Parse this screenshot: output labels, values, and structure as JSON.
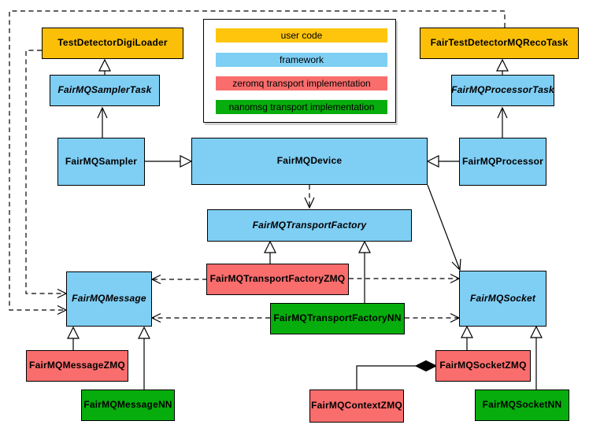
{
  "palette": {
    "user_code": "#fbbf08",
    "framework": "#7fcef4",
    "zeromq": "#f96d6d",
    "nanomsg": "#07ad0c",
    "line": "#000000",
    "background": "#ffffff"
  },
  "legend": {
    "items": [
      {
        "label": "user code",
        "color": "#ffc50d"
      },
      {
        "label": "framework",
        "color": "#7fcef4"
      },
      {
        "label": "zeromq transport implementation",
        "color": "#f96d6d"
      },
      {
        "label": "nanomsg transport implementation",
        "color": "#07ad0c"
      }
    ]
  },
  "nodes": {
    "digi_loader": {
      "label": "TestDetectorDigiLoader",
      "category": "user code"
    },
    "reco_task": {
      "label": "FairTestDetectorMQRecoTask",
      "category": "user code"
    },
    "sampler_task": {
      "label": "FairMQSamplerTask",
      "category": "framework",
      "abstract": true
    },
    "processor_task": {
      "label": "FairMQProcessorTask",
      "category": "framework",
      "abstract": true
    },
    "sampler": {
      "label": "FairMQSampler",
      "category": "framework"
    },
    "device": {
      "label": "FairMQDevice",
      "category": "framework"
    },
    "processor": {
      "label": "FairMQProcessor",
      "category": "framework"
    },
    "transport_factory": {
      "label": "FairMQTransportFactory",
      "category": "framework",
      "abstract": true
    },
    "tf_zmq": {
      "label": "FairMQTransportFactoryZMQ",
      "category": "zeromq"
    },
    "tf_nn": {
      "label": "FairMQTransportFactoryNN",
      "category": "nanomsg"
    },
    "message": {
      "label": "FairMQMessage",
      "category": "framework",
      "abstract": true
    },
    "socket": {
      "label": "FairMQSocket",
      "category": "framework",
      "abstract": true
    },
    "message_zmq": {
      "label": "FairMQMessageZMQ",
      "category": "zeromq"
    },
    "message_nn": {
      "label": "FairMQMessageNN",
      "category": "nanomsg"
    },
    "socket_zmq": {
      "label": "FairMQSocketZMQ",
      "category": "zeromq"
    },
    "socket_nn": {
      "label": "FairMQSocketNN",
      "category": "nanomsg"
    },
    "context_zmq": {
      "label": "FairMQContextZMQ",
      "category": "zeromq"
    }
  },
  "edges": [
    {
      "from": "FairMQSamplerTask",
      "to": "TestDetectorDigiLoader",
      "style": "solid",
      "head": "hollow-triangle"
    },
    {
      "from": "FairMQSampler",
      "to": "FairMQSamplerTask",
      "style": "solid",
      "head": "open-arrow"
    },
    {
      "from": "FairMQSampler",
      "to": "FairMQDevice",
      "style": "solid",
      "head": "hollow-triangle"
    },
    {
      "from": "FairMQProcessorTask",
      "to": "FairTestDetectorMQRecoTask",
      "style": "solid",
      "head": "hollow-triangle"
    },
    {
      "from": "FairMQProcessor",
      "to": "FairMQProcessorTask",
      "style": "solid",
      "head": "open-arrow"
    },
    {
      "from": "FairMQProcessor",
      "to": "FairMQDevice",
      "style": "solid",
      "head": "hollow-triangle"
    },
    {
      "from": "FairMQDevice",
      "to": "FairMQTransportFactory",
      "style": "dashed",
      "head": "open-arrow"
    },
    {
      "from": "FairMQDevice",
      "to": "FairMQSocket",
      "style": "solid",
      "head": "open-arrow"
    },
    {
      "from": "FairTestDetectorMQRecoTask",
      "to": "FairMQMessage",
      "style": "dashed",
      "head": "open-arrow"
    },
    {
      "from": "TestDetectorDigiLoader",
      "to": "FairMQMessage",
      "style": "dashed",
      "head": "open-arrow"
    },
    {
      "from": "FairMQTransportFactoryZMQ",
      "to": "FairMQTransportFactory",
      "style": "solid",
      "head": "hollow-triangle"
    },
    {
      "from": "FairMQTransportFactoryNN",
      "to": "FairMQTransportFactory",
      "style": "solid",
      "head": "hollow-triangle"
    },
    {
      "from": "FairMQTransportFactoryZMQ",
      "to": "FairMQMessage",
      "style": "dashed",
      "head": "open-arrow"
    },
    {
      "from": "FairMQTransportFactoryZMQ",
      "to": "FairMQSocket",
      "style": "dashed",
      "head": "open-arrow"
    },
    {
      "from": "FairMQTransportFactoryNN",
      "to": "FairMQMessage",
      "style": "dashed",
      "head": "open-arrow"
    },
    {
      "from": "FairMQTransportFactoryNN",
      "to": "FairMQSocket",
      "style": "dashed",
      "head": "open-arrow"
    },
    {
      "from": "FairMQMessageZMQ",
      "to": "FairMQMessage",
      "style": "solid",
      "head": "hollow-triangle"
    },
    {
      "from": "FairMQMessageNN",
      "to": "FairMQMessage",
      "style": "solid",
      "head": "hollow-triangle"
    },
    {
      "from": "FairMQSocketZMQ",
      "to": "FairMQSocket",
      "style": "solid",
      "head": "hollow-triangle"
    },
    {
      "from": "FairMQSocketNN",
      "to": "FairMQSocket",
      "style": "solid",
      "head": "hollow-triangle"
    },
    {
      "from": "FairMQContextZMQ",
      "to": "FairMQSocketZMQ",
      "style": "solid",
      "head": "filled-diamond"
    }
  ]
}
